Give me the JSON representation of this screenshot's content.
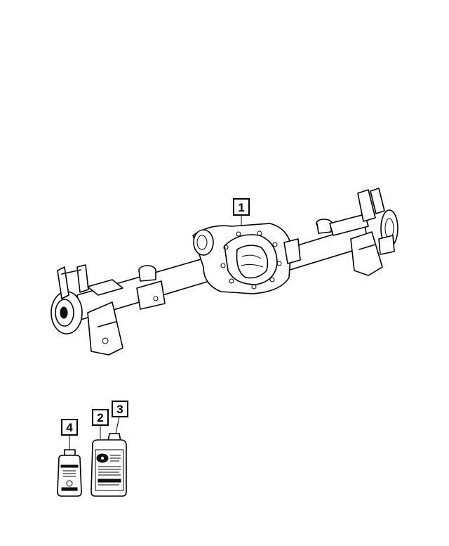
{
  "callouts": [
    {
      "label": "1",
      "part": "axle-assembly"
    },
    {
      "label": "2",
      "part": "gear-oil-quart"
    },
    {
      "label": "3",
      "part": "gear-oil-quart-cap"
    },
    {
      "label": "4",
      "part": "friction-modifier-bottle"
    }
  ],
  "colors": {
    "line": "#000000",
    "background": "#ffffff"
  }
}
